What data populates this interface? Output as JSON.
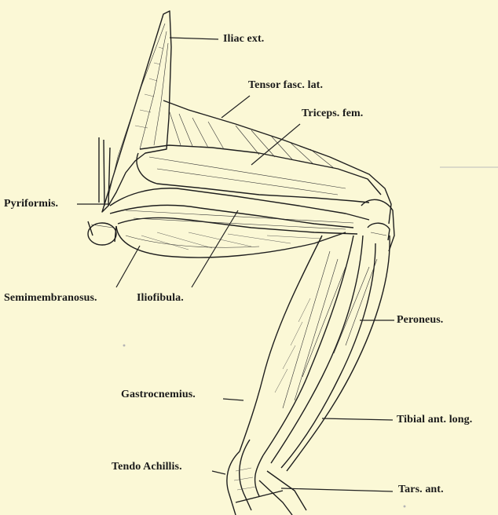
{
  "labels": {
    "iliac_ext": "Iliac ext.",
    "tensor_fasc_lat": "Tensor fasc. lat.",
    "triceps_fem": "Triceps. fem.",
    "pyriformis": "Pyriformis.",
    "semimembranosus": "Semimembranosus.",
    "iliofibula": "Iliofibula.",
    "peroneus": "Peroneus.",
    "gastrocnemius": "Gastrocnemius.",
    "tibial_ant_long": "Tibial ant. long.",
    "tendo_achillis": "Tendo Achillis.",
    "tars_ant": "Tars. ant."
  }
}
